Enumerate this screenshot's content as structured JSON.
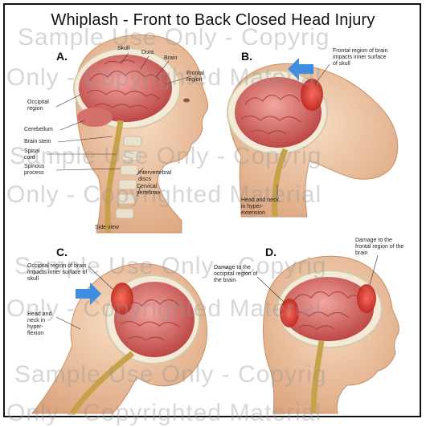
{
  "title": "Whiplash - Front to Back Closed Head Injury",
  "panels": {
    "a": {
      "letter": "A.",
      "labels": {
        "skull": "Skull",
        "dura": "Dura",
        "brain": "Brain",
        "frontal": "Frontal region",
        "occipital": "Occipital region",
        "cerebellum": "Cerebellum",
        "brainstem": "Brain stem",
        "spinal": "Spinal cord",
        "spinous": "Spinous process",
        "discs": "Intervertebral discs",
        "vertebrae": "Cervical vertebrae",
        "sideview": "Side view"
      }
    },
    "b": {
      "letter": "B.",
      "labels": {
        "frontal_impact": "Frontal region of brain impacts inner surface of skull",
        "hyperextension": "Head and neck in hyper-extension"
      }
    },
    "c": {
      "letter": "C.",
      "labels": {
        "occipital_impact": "Occipital region of brain impacts inner surface of skull",
        "hyperflexion": "Head and neck in hyper-flexion"
      }
    },
    "d": {
      "letter": "D.",
      "labels": {
        "occipital_damage": "Damage to the occipital region of the brain",
        "frontal_damage": "Damage to the frontal region of the brain"
      }
    }
  },
  "watermarks": {
    "w1": "Sample Use Only - Copyrig",
    "w2": "Only - Copyrighted Material",
    "w3": "Sample Use Only - Copyrig",
    "w4": "Only - Copyrighted Material",
    "w5": "Sample Use Only - Copyrig",
    "w6": "Only - Copyrighted Material",
    "w7": "Sample Use Only - Copyrig",
    "w8": "Only - Copyrighted Material"
  },
  "colors": {
    "skin": "#f1c9a6",
    "skin_dark": "#d9a37c",
    "brain": "#e58a86",
    "brain_dark": "#b8403e",
    "injury": "#c0201c",
    "bone": "#e9e1cd",
    "cord": "#c8a24a",
    "arrow": "#3d8ee0"
  }
}
